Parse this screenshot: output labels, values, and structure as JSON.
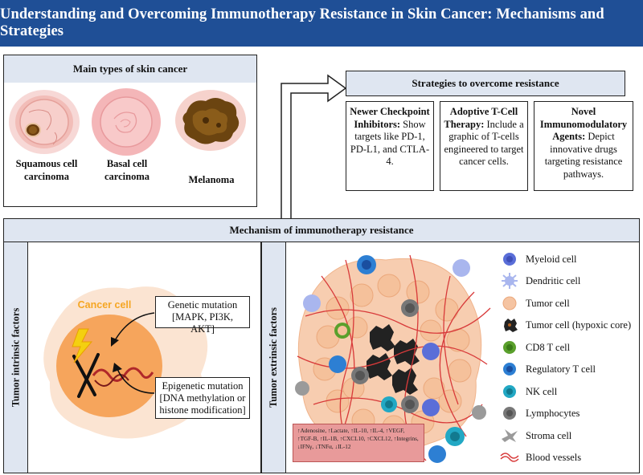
{
  "title": "Understanding and Overcoming Immunotherapy Resistance in Skin Cancer: Mechanisms and Strategies",
  "skin_cancer": {
    "title": "Main types of skin cancer",
    "types": [
      {
        "label": "Squamous cell carcinoma"
      },
      {
        "label": "Basal cell carcinoma"
      },
      {
        "label": "Melanoma"
      }
    ]
  },
  "strategies": {
    "title": "Strategies to overcome resistance",
    "items": [
      {
        "heading": "Newer Checkpoint Inhibitors:",
        "text": "Show targets like PD-1, PD-L1, and CTLA-4."
      },
      {
        "heading": "Adoptive T-Cell Therapy:",
        "text": "Include a graphic of T-cells engineered to target cancer cells."
      },
      {
        "heading": "Novel Immunomodulatory Agents:",
        "text": "Depict innovative drugs targeting resistance pathways."
      }
    ]
  },
  "mechanism": {
    "title": "Mechanism of immunotherapy resistance",
    "intrinsic": {
      "label": "Tumor intrinsic factors",
      "cancer_cell_label": "Cancer cell",
      "genetic": "Genetic mutation [MAPK, PI3K, AKT]",
      "epigenetic": "Epigenetic mutation [DNA methylation or histone modification]"
    },
    "extrinsic": {
      "label": "Tumor extrinsic factors",
      "factors": "↑Adenosine, ↑Lactate, ↑IL-10, ↑IL-4, ↑VEGF, ↑TGF-B, ↑IL-1B, ↑CXCL10, ↑CXCL12, ↑Integrins, ↓IFNγ, ↓TNFα, ↓IL-12"
    },
    "legend": [
      {
        "label": "Myeloid cell",
        "icon": "myeloid-cell-icon",
        "color": "#5a6ed8"
      },
      {
        "label": "Dendritic cell",
        "icon": "dendritic-cell-icon",
        "color": "#a9b6ee"
      },
      {
        "label": "Tumor cell",
        "icon": "tumor-cell-icon",
        "color": "#f5c4a2"
      },
      {
        "label": "Tumor cell (hypoxic core)",
        "icon": "hypoxic-tumor-cell-icon",
        "color": "#222222"
      },
      {
        "label": "CD8 T cell",
        "icon": "cd8-t-cell-icon",
        "color": "#5aa02c"
      },
      {
        "label": "Regulatory T cell",
        "icon": "regulatory-t-cell-icon",
        "color": "#2d7fd3"
      },
      {
        "label": "NK cell",
        "icon": "nk-cell-icon",
        "color": "#22a8c4"
      },
      {
        "label": "Lymphocytes",
        "icon": "lymphocyte-icon",
        "color": "#777777"
      },
      {
        "label": "Stroma cell",
        "icon": "stroma-cell-icon",
        "color": "#9a9a9a"
      },
      {
        "label": "Blood vessels",
        "icon": "blood-vessel-icon",
        "color": "#d83a3a"
      }
    ]
  }
}
